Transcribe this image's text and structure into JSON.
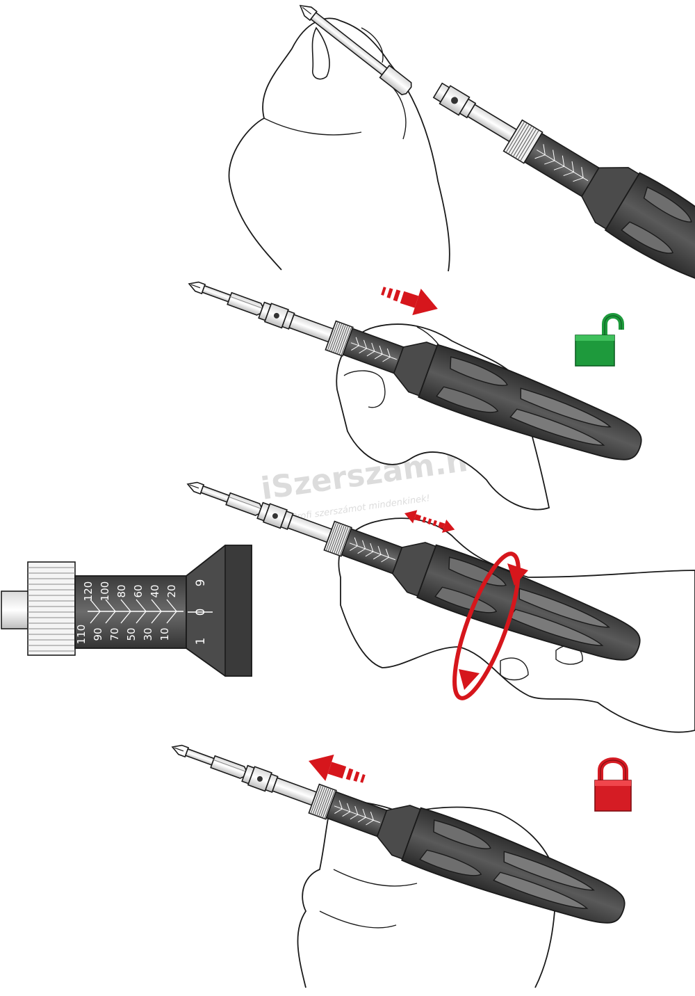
{
  "watermark": {
    "title": "iSzerszam.hu",
    "subtitle": "Profi szerszámot mindenkinek!"
  },
  "scale": {
    "top_values": [
      "120",
      "100",
      "80",
      "60",
      "40",
      "20"
    ],
    "bottom_values": [
      "110",
      "90",
      "70",
      "50",
      "30",
      "10"
    ],
    "ring_values": [
      "9",
      "0",
      "1"
    ]
  },
  "icons": {
    "unlocked": "padlock-open-icon",
    "locked": "padlock-closed-icon",
    "push_arrow": "arrow-right-icon",
    "pull_arrow": "arrow-left-icon",
    "slide_arrow": "double-arrow-icon",
    "rotate_arrow": "rotate-icon"
  },
  "colors": {
    "handle_dark": "#3c3c3c",
    "handle_mid": "#5a5a5a",
    "handle_light": "#8a8a8a",
    "scale_body": "#4a4a4a",
    "unlock_green": "#1e9a3c",
    "lock_red": "#d51c24",
    "arrow_red": "#d6161c",
    "outline": "#1a1a1a"
  }
}
